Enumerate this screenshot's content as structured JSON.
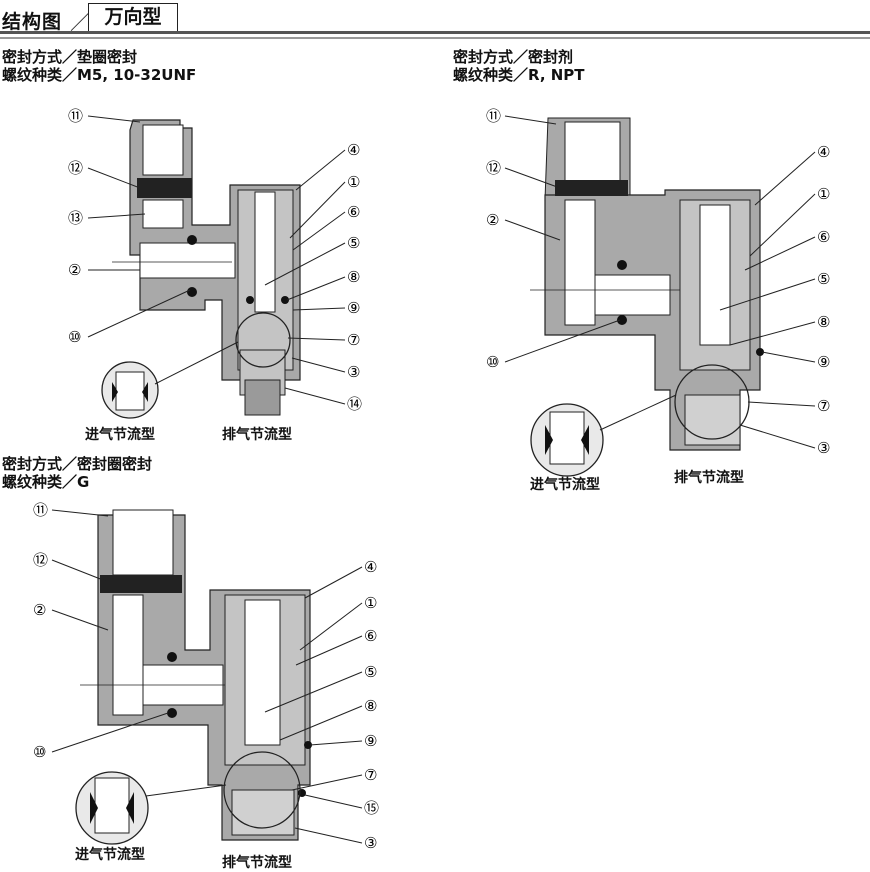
{
  "header": {
    "title": "结构图",
    "tab": "万向型"
  },
  "figures": [
    {
      "seal_line": "密封方式／垫圈密封",
      "thread_line": "螺纹种类／M5, 10-32UNF",
      "cap_in": "进气节流型",
      "cap_out": "排气节流型",
      "labels": [
        "⑪",
        "⑫",
        "⑬",
        "②",
        "⑩",
        "④",
        "①",
        "⑥",
        "⑤",
        "⑧",
        "⑨",
        "⑦",
        "③",
        "⑭"
      ]
    },
    {
      "seal_line": "密封方式／密封剂",
      "thread_line": "螺纹种类／R, NPT",
      "cap_in": "进气节流型",
      "cap_out": "排气节流型",
      "labels": [
        "⑪",
        "⑫",
        "②",
        "⑩",
        "④",
        "①",
        "⑥",
        "⑤",
        "⑧",
        "⑨",
        "⑦",
        "③"
      ]
    },
    {
      "seal_line": "密封方式／密封圈密封",
      "thread_line": "螺纹种类／G",
      "cap_in": "进气节流型",
      "cap_out": "排气节流型",
      "labels": [
        "⑪",
        "⑫",
        "②",
        "⑩",
        "④",
        "①",
        "⑥",
        "⑤",
        "⑧",
        "⑨",
        "⑦",
        "⑮",
        "③"
      ]
    }
  ]
}
